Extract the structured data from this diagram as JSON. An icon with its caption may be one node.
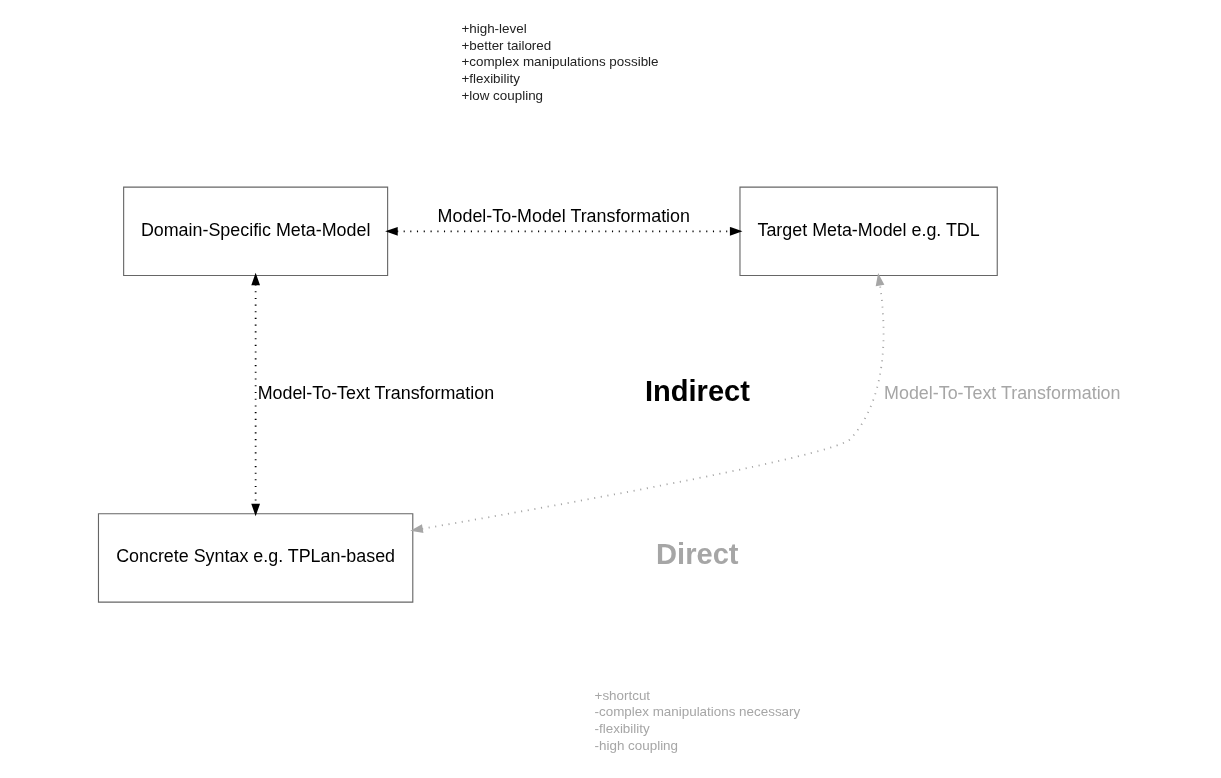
{
  "diagram": {
    "nodes": [
      {
        "text": [
          "Domain-Specific Meta-Model"
        ]
      },
      {
        "text": [
          "Target Meta-Model e.g. TDL"
        ]
      },
      {
        "text": [
          "Concrete Syntax e.g. TPLan-based"
        ]
      }
    ],
    "edges": [
      {
        "from": 0,
        "to": 1,
        "arrow": "both",
        "label": "Model-To-Model Transformation"
      },
      {
        "from": 0,
        "to": 2,
        "arrow": "both",
        "label": "Model-To-Text Transformation"
      },
      {
        "from": 2,
        "to": 1,
        "arrow": "both",
        "label": "Model-To-Text Transformation",
        "color": "#a6a6a6"
      }
    ],
    "labels": [
      "+high-level",
      "+better tailored",
      "+complex manipulations possible",
      "+flexibility",
      "+low coupling",
      "Indirect",
      "Direct",
      "+shortcut",
      "-complex manipulations necessary",
      "-flexibility",
      "-high coupling"
    ]
  }
}
